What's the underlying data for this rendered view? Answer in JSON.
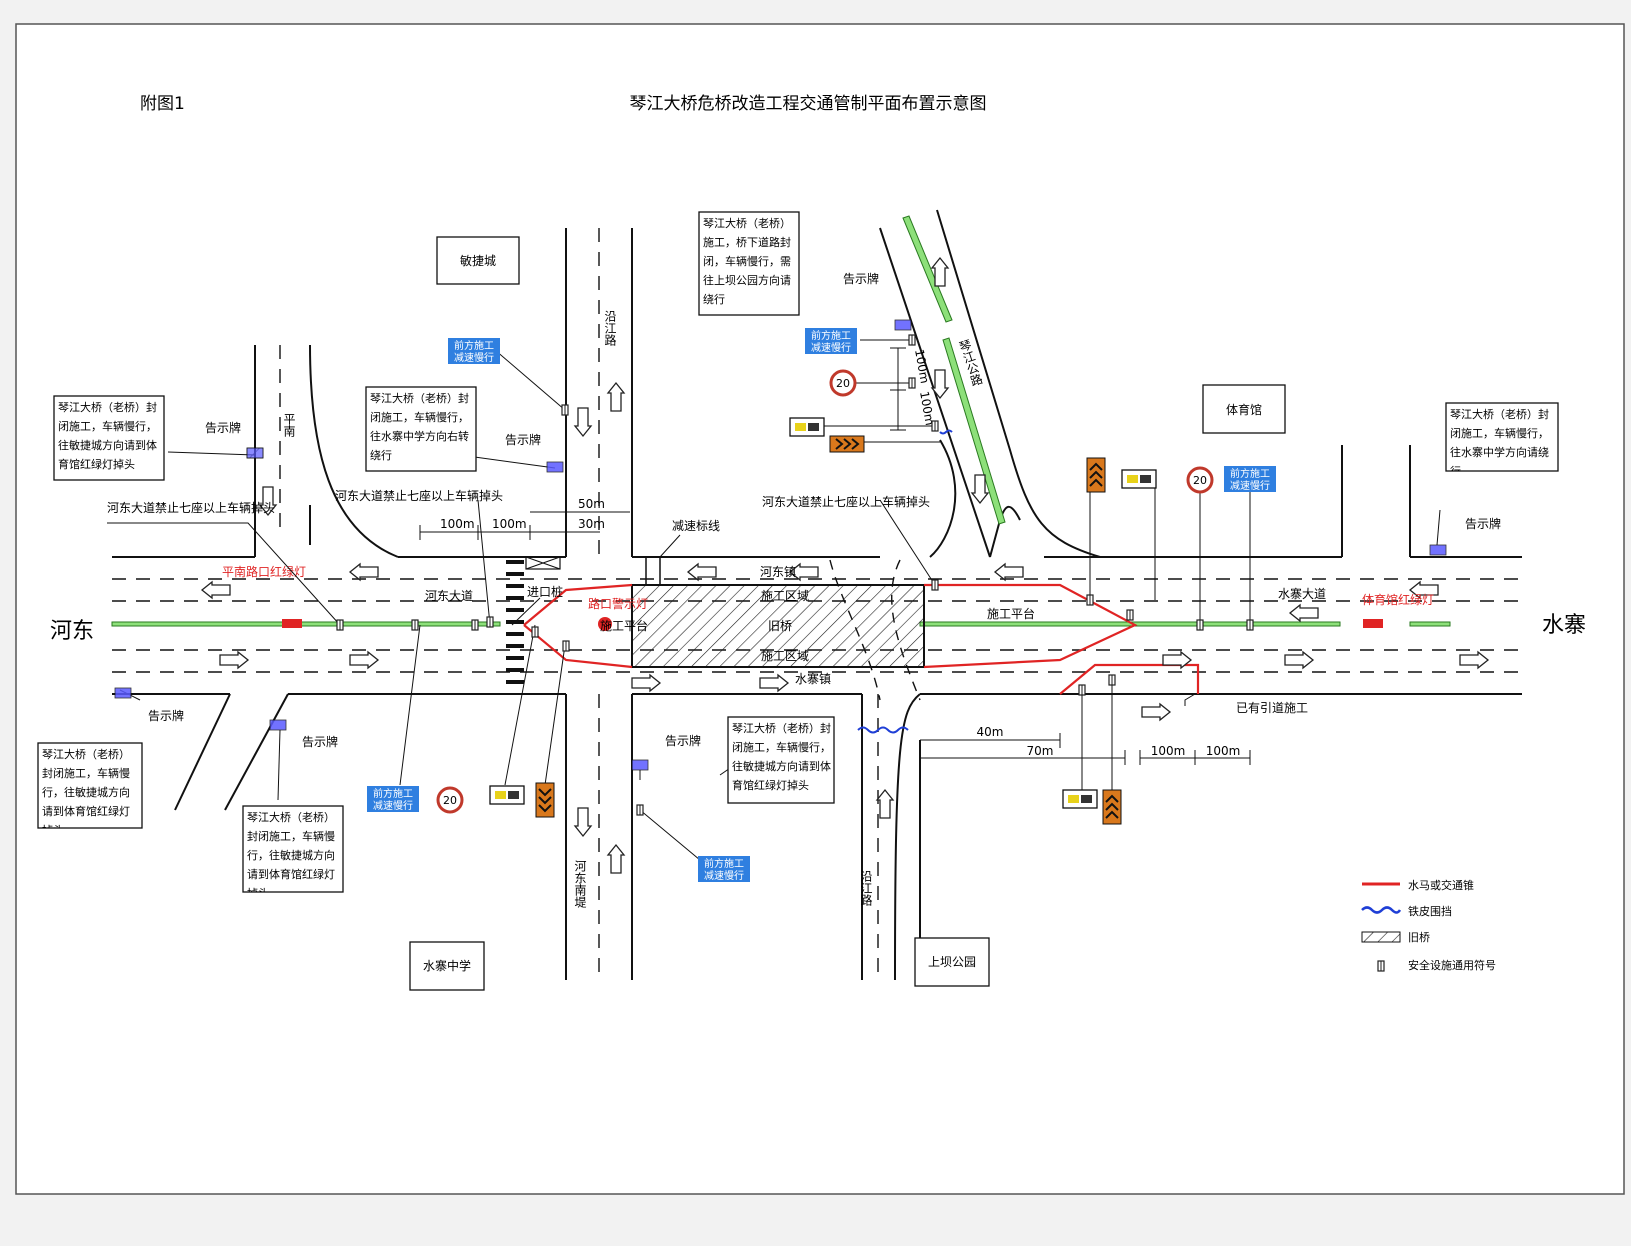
{
  "header": {
    "fig_label": "附图1",
    "title": "琴江大桥危桥改造工程交通管制平面布置示意图"
  },
  "places": {
    "minjiecheng": "敏捷城",
    "tiyuguan": "体育馆",
    "shuizhai_school": "水寨中学",
    "shangba_park": "上坝公园",
    "hedong": "河东",
    "shuizhai": "水寨"
  },
  "roads": {
    "pingnan": "平南",
    "yanjiang_top": "沿江路",
    "yanjiang_bottom": "沿江路",
    "qinjiang_highway": "琴江公路",
    "hedong_south_dike": "河东南堤",
    "hedong_avenue": "河东大道",
    "shuizhai_avenue": "水寨大道",
    "hedong_town": "河东镇",
    "shuizhai_town": "水寨镇"
  },
  "notices": {
    "top_right_bridge": "琴江大桥（老桥）施工，桥下道路封闭，车辆慢行，需往上坝公园方向请绕行",
    "left_top": "琴江大桥（老桥）封闭施工，车辆慢行，往敏捷城方向请到体育馆红绿灯掉头",
    "center_top": "琴江大桥（老桥）封闭施工，车辆慢行，往水寨中学方向右转绕行",
    "right_top": "琴江大桥（老桥）封闭施工，车辆慢行，往水寨中学方向请绕行",
    "left_bottom": "琴江大桥（老桥）封闭施工，车辆慢行，往敏捷城方向请到体育馆红绿灯掉头",
    "left_bottom2": "琴江大桥（老桥）封闭施工，车辆慢行，往敏捷城方向请到体育馆红绿灯掉头",
    "bottom_center": "琴江大桥（老桥）封闭施工，车辆慢行，往敏捷城方向请到体育馆红绿灯掉头"
  },
  "labels": {
    "gaoshipai": "告示牌",
    "hedong_ban_left": "河东大道禁止七座以上车辆掉头",
    "hedong_ban_center": "河东大道禁止七座以上车辆掉头",
    "hedong_ban_right": "河东大道禁止七座以上车辆掉头",
    "speed_bump": "减速标线",
    "entry_post": "进口桩",
    "intersection_warning": "路口警示灯",
    "construction_platform": "施工平台",
    "construction_zone": "施工区域",
    "old_bridge": "旧桥",
    "existing_approach": "已有引道施工",
    "pingnan_light": "平南路口红绿灯",
    "tiyuguan_light": "体育馆红绿灯"
  },
  "signs": {
    "ahead_line1": "前方施工",
    "ahead_line2": "减速慢行",
    "speed_limit": "20"
  },
  "distances": {
    "d100a": "100m",
    "d100b": "100m",
    "d50": "50m",
    "d30": "30m",
    "v100a": "100m",
    "v100b": "100m",
    "d40": "40m",
    "d70": "70m",
    "d100c": "100m",
    "d100d": "100m"
  },
  "legend": {
    "barrier": "水马或交通锥",
    "fence": "铁皮围挡",
    "old_bridge": "旧桥",
    "facility": "安全设施通用符号"
  },
  "colors": {
    "barrier_red": "#e02424",
    "fence_blue": "#1f3fd6",
    "median_green": "#8de07a",
    "sign_blue": "#2f7fe0",
    "notice_blue": "#3b3bff",
    "chevron_orange": "#d9781c"
  }
}
